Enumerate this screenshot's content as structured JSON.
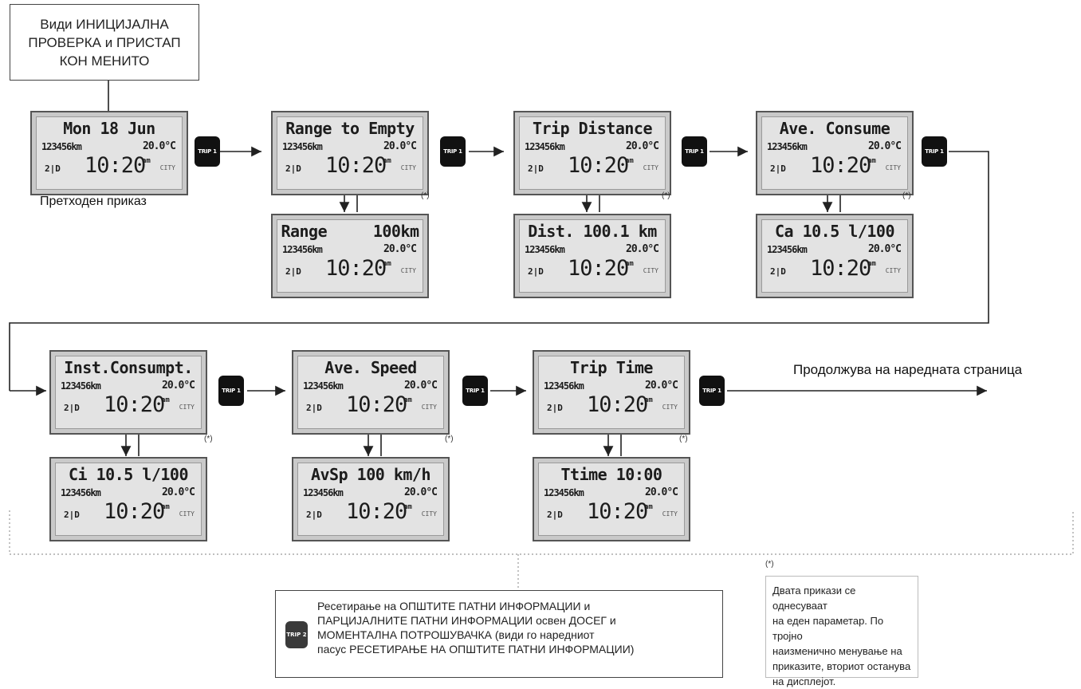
{
  "start_note": {
    "lines": [
      "Види ИНИЦИЈАЛНА",
      "ПРОВЕРКА и ПРИСТАП",
      "КОН МЕНИТО"
    ]
  },
  "previous_display_caption": "Претходен приказ",
  "continue_caption": "Продолжува на наредната страница",
  "trip_button_label": "TRIP 1",
  "trip2_button_label": "TRIP 2",
  "asterisk_mark": "(*)",
  "common_readout": {
    "odometer": "123456km",
    "temperature": "20.0°C",
    "gear": "2|D",
    "time": "10:20",
    "ampm": "am",
    "mode": "CITY"
  },
  "screens": [
    {
      "id": "date",
      "title": "Mon 18 Jun"
    },
    {
      "id": "range-to-empty",
      "title": "Range to Empty"
    },
    {
      "id": "range-value",
      "title": "Range     100km"
    },
    {
      "id": "trip-distance",
      "title": "Trip Distance"
    },
    {
      "id": "distance-value",
      "title": "Dist. 100.1 km"
    },
    {
      "id": "ave-consume",
      "title": "Ave. Consume"
    },
    {
      "id": "ca-value",
      "title": "Ca 10.5 l/100"
    },
    {
      "id": "inst-consumpt",
      "title": "Inst.Consumpt."
    },
    {
      "id": "ci-value",
      "title": "Ci 10.5 l/100"
    },
    {
      "id": "ave-speed",
      "title": "Ave. Speed"
    },
    {
      "id": "avsp-value",
      "title": "AvSp 100 km/h"
    },
    {
      "id": "trip-time",
      "title": "Trip Time"
    },
    {
      "id": "ttime-value",
      "title": "Ttime 10:00"
    }
  ],
  "reset_note": {
    "lines": [
      "Ресетирање на ОПШТИТЕ ПАТНИ ИНФОРМАЦИИ и",
      "ПАРЦИЈАЛНИТЕ ПАТНИ ИНФОРМАЦИИ освен ДОСЕГ и",
      "МОМЕНТАЛНА ПОТРОШУВАЧКА (види го наредниот",
      "пасус РЕСЕТИРАЊЕ НА ОПШТИТЕ ПАТНИ ИНФОРМАЦИИ)"
    ]
  },
  "footnote": {
    "mark": "(*)",
    "lines": [
      "Двата прикази се однесуваат",
      "на еден параметар. По тројно",
      "наизменично менување на",
      "приказите, вториот останува",
      "на дисплејот."
    ]
  }
}
